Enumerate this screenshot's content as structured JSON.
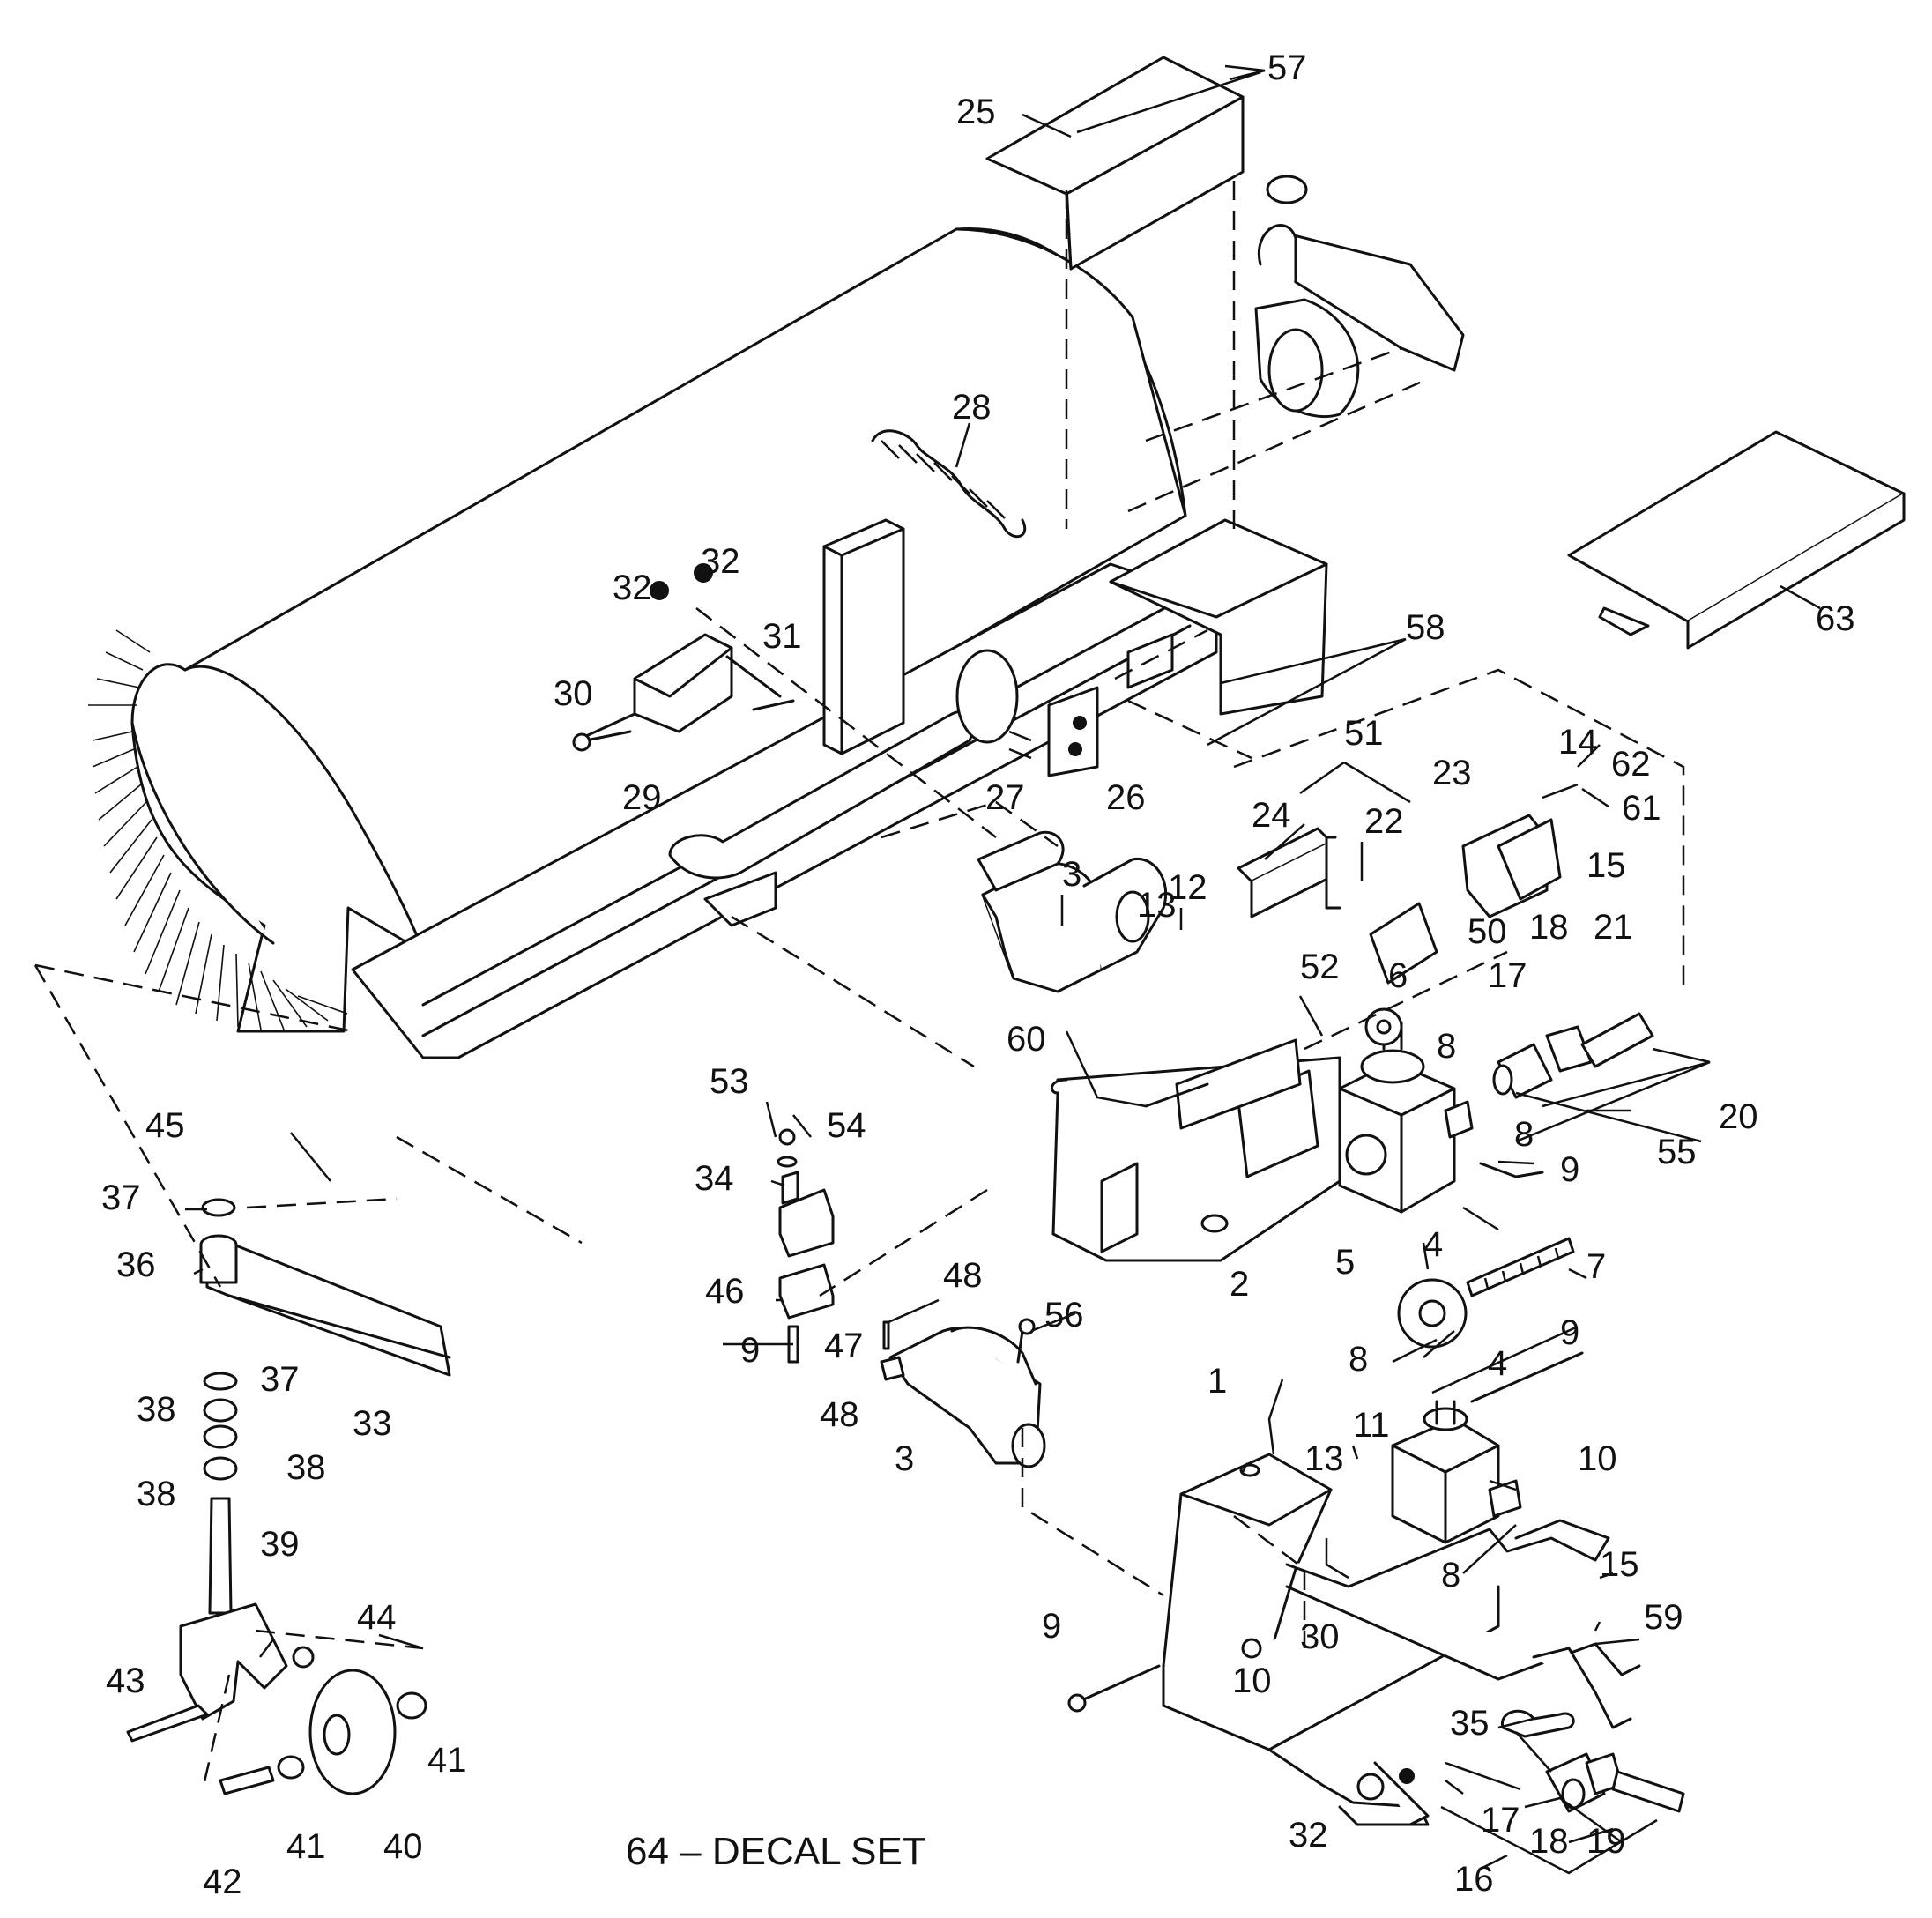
{
  "callouts": [
    {
      "id": "c-57",
      "text": "57"
    },
    {
      "id": "c-25",
      "text": "25"
    },
    {
      "id": "c-28",
      "text": "28"
    },
    {
      "id": "c-63",
      "text": "63"
    },
    {
      "id": "c-32a",
      "text": "32"
    },
    {
      "id": "c-32b",
      "text": "32"
    },
    {
      "id": "c-31",
      "text": "31"
    },
    {
      "id": "c-30a",
      "text": "30"
    },
    {
      "id": "c-29",
      "text": "29"
    },
    {
      "id": "c-27",
      "text": "27"
    },
    {
      "id": "c-26",
      "text": "26"
    },
    {
      "id": "c-58",
      "text": "58"
    },
    {
      "id": "c-51",
      "text": "51"
    },
    {
      "id": "c-23",
      "text": "23"
    },
    {
      "id": "c-14",
      "text": "14"
    },
    {
      "id": "c-62",
      "text": "62"
    },
    {
      "id": "c-61",
      "text": "61"
    },
    {
      "id": "c-24",
      "text": "24"
    },
    {
      "id": "c-22",
      "text": "22"
    },
    {
      "id": "c-3a",
      "text": "3"
    },
    {
      "id": "c-12",
      "text": "12"
    },
    {
      "id": "c-13a",
      "text": "13"
    },
    {
      "id": "c-15a",
      "text": "15"
    },
    {
      "id": "c-50",
      "text": "50"
    },
    {
      "id": "c-18a",
      "text": "18"
    },
    {
      "id": "c-21",
      "text": "21"
    },
    {
      "id": "c-52",
      "text": "52"
    },
    {
      "id": "c-6",
      "text": "6"
    },
    {
      "id": "c-17a",
      "text": "17"
    },
    {
      "id": "c-60",
      "text": "60"
    },
    {
      "id": "c-8a",
      "text": "8"
    },
    {
      "id": "c-8b",
      "text": "8"
    },
    {
      "id": "c-20",
      "text": "20"
    },
    {
      "id": "c-55",
      "text": "55"
    },
    {
      "id": "c-9a",
      "text": "9"
    },
    {
      "id": "c-53",
      "text": "53"
    },
    {
      "id": "c-54",
      "text": "54"
    },
    {
      "id": "c-34",
      "text": "34"
    },
    {
      "id": "c-45",
      "text": "45"
    },
    {
      "id": "c-37a",
      "text": "37"
    },
    {
      "id": "c-36",
      "text": "36"
    },
    {
      "id": "c-46",
      "text": "46"
    },
    {
      "id": "c-48a",
      "text": "48"
    },
    {
      "id": "c-4a",
      "text": "4"
    },
    {
      "id": "c-7",
      "text": "7"
    },
    {
      "id": "c-2",
      "text": "2"
    },
    {
      "id": "c-5",
      "text": "5"
    },
    {
      "id": "c-9b",
      "text": "9"
    },
    {
      "id": "c-47",
      "text": "47"
    },
    {
      "id": "c-56",
      "text": "56"
    },
    {
      "id": "c-9c",
      "text": "9"
    },
    {
      "id": "c-8c",
      "text": "8"
    },
    {
      "id": "c-4b",
      "text": "4"
    },
    {
      "id": "c-33",
      "text": "33"
    },
    {
      "id": "c-37b",
      "text": "37"
    },
    {
      "id": "c-38a",
      "text": "38"
    },
    {
      "id": "c-38b",
      "text": "38"
    },
    {
      "id": "c-38c",
      "text": "38"
    },
    {
      "id": "c-1",
      "text": "1"
    },
    {
      "id": "c-48b",
      "text": "48"
    },
    {
      "id": "c-3b",
      "text": "3"
    },
    {
      "id": "c-11",
      "text": "11"
    },
    {
      "id": "c-13b",
      "text": "13"
    },
    {
      "id": "c-10a",
      "text": "10"
    },
    {
      "id": "c-8d",
      "text": "8"
    },
    {
      "id": "c-39",
      "text": "39"
    },
    {
      "id": "c-15b",
      "text": "15"
    },
    {
      "id": "c-59",
      "text": "59"
    },
    {
      "id": "c-44",
      "text": "44"
    },
    {
      "id": "c-9d",
      "text": "9"
    },
    {
      "id": "c-30b",
      "text": "30"
    },
    {
      "id": "c-10b",
      "text": "10"
    },
    {
      "id": "c-43",
      "text": "43"
    },
    {
      "id": "c-41a",
      "text": "41"
    },
    {
      "id": "c-35",
      "text": "35"
    },
    {
      "id": "c-17b",
      "text": "17"
    },
    {
      "id": "c-32c",
      "text": "32"
    },
    {
      "id": "c-18b",
      "text": "18"
    },
    {
      "id": "c-19",
      "text": "19"
    },
    {
      "id": "c-41b",
      "text": "41"
    },
    {
      "id": "c-40",
      "text": "40"
    },
    {
      "id": "c-42",
      "text": "42"
    },
    {
      "id": "c-16",
      "text": "16"
    }
  ],
  "caption": "64 – DECAL SET"
}
